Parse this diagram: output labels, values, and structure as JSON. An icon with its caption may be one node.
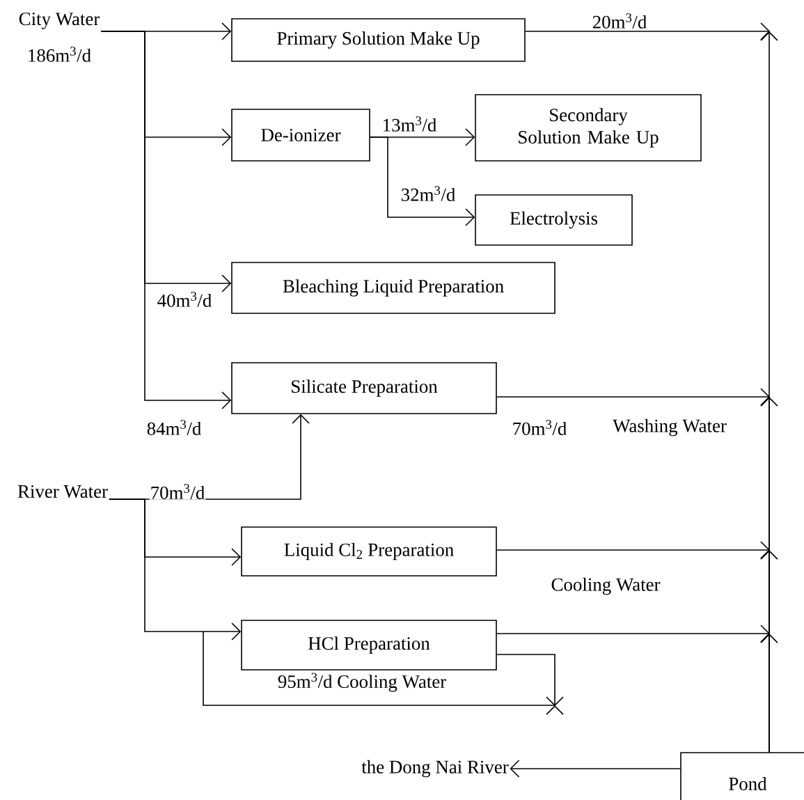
{
  "diagram": {
    "nodes": [
      {
        "text": [
          "Primary Solution Make Up"
        ]
      },
      {
        "text": [
          "De-ionizer"
        ]
      },
      {
        "text": [
          "Secondary Solution Make Up"
        ]
      },
      {
        "text": [
          "Electrolysis"
        ]
      },
      {
        "text": [
          "Bleaching Liquid Preparation"
        ]
      },
      {
        "text": [
          "Silicate Preparation"
        ]
      },
      {
        "text": [
          "Liquid Cl$_{2}$ Preparation"
        ]
      },
      {
        "text": [
          "HCl Preparation"
        ]
      },
      {
        "text": [
          "Pond"
        ]
      },
      {
        "text": [
          "City Water"
        ],
        "beside": [
          "186m$^{3}$/d"
        ]
      },
      {
        "text": [
          "River Water"
        ]
      },
      {
        "text": [
          "the Dong Nai River"
        ]
      }
    ],
    "edges": [
      {
        "from": 9,
        "to": 0,
        "arrow": "to"
      },
      {
        "from": 9,
        "to": 1,
        "arrow": "to"
      },
      {
        "from": 9,
        "to": 4,
        "arrow": "to",
        "label": "40m$^{3}$/d"
      },
      {
        "from": 9,
        "to": 5,
        "arrow": "to",
        "label": "84m$^{3}$/d"
      },
      {
        "from": 1,
        "to": 2,
        "arrow": "to",
        "label": "13m$^{3}$/d"
      },
      {
        "from": 1,
        "to": 3,
        "arrow": "to",
        "label": "32m$^{3}$/d"
      },
      {
        "from": 0,
        "to": 8,
        "arrow": "to",
        "label": "20m$^{3}$/d"
      },
      {
        "from": 5,
        "to": 8,
        "arrow": "to",
        "label": "70m$^{3}$/d"
      },
      {
        "from": 10,
        "to": 5,
        "arrow": "to",
        "label": "70m$^{3}$/d"
      },
      {
        "from": 10,
        "to": 6,
        "arrow": "to"
      },
      {
        "from": 10,
        "to": 7,
        "arrow": "to"
      },
      {
        "from": 6,
        "to": 8,
        "arrow": "to"
      },
      {
        "from": 7,
        "to": 8,
        "arrow": "to"
      },
      {
        "from": 7,
        "to": 7,
        "arrow": "to",
        "label": "95m$^{3}$/d Cooling Water"
      },
      {
        "from": 8,
        "to": 11,
        "arrow": "to"
      }
    ],
    "labels": [
      "Washing Water",
      "Cooling Water"
    ]
  }
}
